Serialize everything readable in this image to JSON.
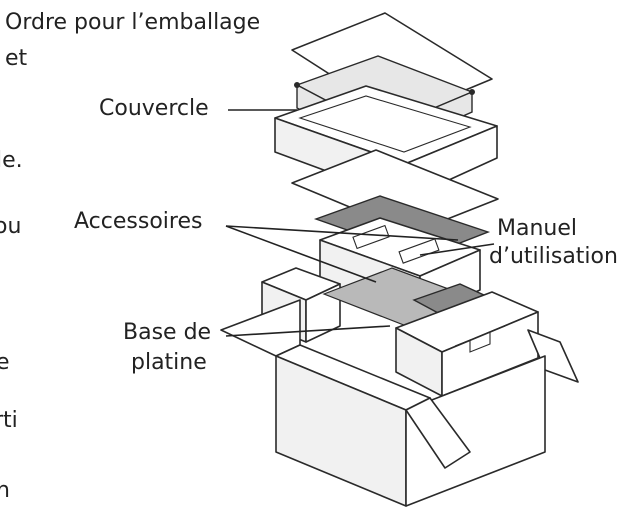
{
  "diagram": {
    "title_line1": "Ordre pour l’emballage",
    "title_line2": "et",
    "left_fragments": [
      "le.",
      "ou",
      "e",
      "rti",
      "n"
    ],
    "labels": {
      "couvercle": "Couvercle",
      "accessoires": "Accessoires",
      "manuel_line1": "Manuel",
      "manuel_line2": "d’utilisation",
      "base_line1": "Base de",
      "base_line2": "platine"
    }
  }
}
